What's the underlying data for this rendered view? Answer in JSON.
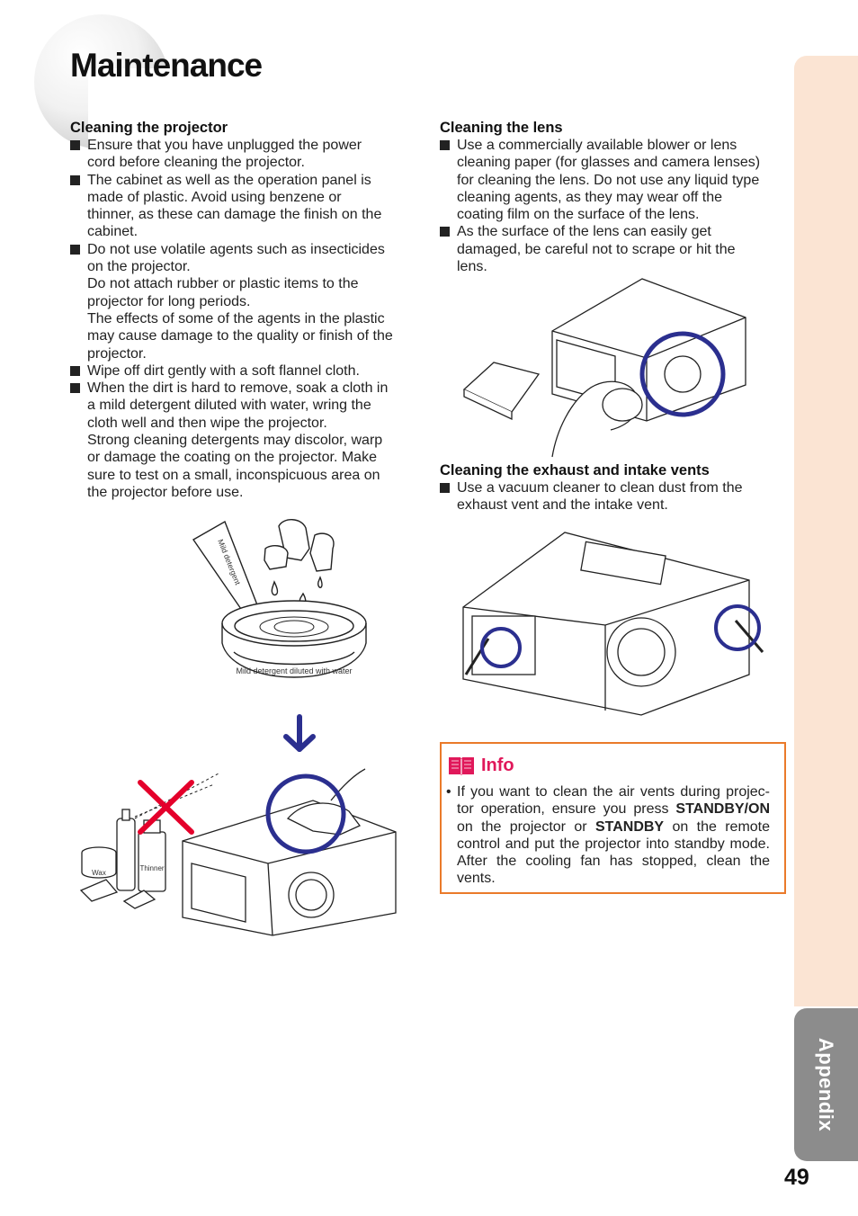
{
  "page": {
    "title": "Maintenance",
    "side_tab": "Appendix",
    "page_number": "49"
  },
  "cleaning_projector": {
    "heading": "Cleaning the projector",
    "bullets": [
      {
        "lines": [
          "Ensure that you have unplugged the power",
          "cord before cleaning the projector."
        ]
      },
      {
        "lines": [
          "The cabinet as well as the operation panel is",
          "made of plastic. Avoid using benzene or",
          "thinner, as these can damage the finish on the",
          "cabinet."
        ]
      },
      {
        "lines": [
          "Do not use volatile agents such as insecticides",
          "on the projector.",
          "Do not attach rubber or plastic items to the",
          "projector for long periods.",
          "The effects of some of the agents in the plastic",
          "may cause damage to the quality or finish of the",
          "projector."
        ]
      },
      {
        "lines": [
          "Wipe off dirt gently with a soft flannel cloth."
        ]
      },
      {
        "lines": [
          "When the dirt is hard to remove, soak a cloth in",
          "a mild detergent diluted with water, wring the",
          "cloth well and then wipe the projector.",
          "Strong cleaning detergents may discolor, warp",
          "or damage the coating on the projector. Make",
          "sure to test on a small, inconspicuous area on",
          "the projector before use."
        ]
      }
    ]
  },
  "cleaning_lens": {
    "heading": "Cleaning the lens",
    "bullets": [
      {
        "lines": [
          "Use a commercially available blower or lens",
          "cleaning paper (for glasses and camera lenses)",
          "for cleaning the lens. Do not use any liquid type",
          "cleaning agents, as they may wear off the",
          "coating film on the surface of the lens."
        ]
      },
      {
        "lines": [
          "As the surface of the lens can easily get",
          "damaged, be careful not to scrape or hit the",
          "lens."
        ]
      }
    ]
  },
  "cleaning_vents": {
    "heading": "Cleaning the exhaust and intake vents",
    "bullets": [
      {
        "lines": [
          "Use a vacuum cleaner to clean dust from the",
          "exhaust vent and the intake vent."
        ]
      }
    ]
  },
  "illustration_labels": {
    "bottle": "Mild detergent",
    "bowl": "Mild detergent diluted with water",
    "wax": "Wax",
    "thinner": "Thinner"
  },
  "info": {
    "title": "Info",
    "bullet": "•",
    "text_before_1": "If you want to clean the air vents during projec-tor operation, ensure you press ",
    "bold_1": "STANDBY/ON",
    "text_between": " on the projector or ",
    "bold_2": "STANDBY",
    "text_after": " on the remote control and put the projector into standby mode. After the cooling fan has stopped, clean the vents."
  },
  "colors": {
    "highlight_circle": "#2b2f8f",
    "forbidden_cross": "#e4002b",
    "info_border": "#ea7a2a",
    "info_title": "#e0185a",
    "side_tab": "#8c8c8c",
    "side_tab_top": "#fbe4d3"
  }
}
